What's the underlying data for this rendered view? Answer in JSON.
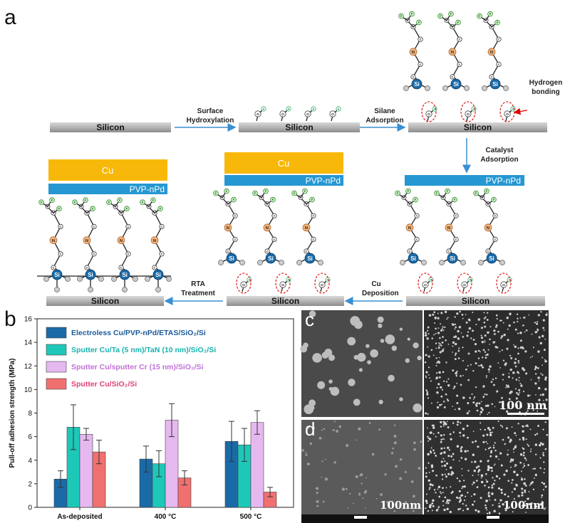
{
  "panels": {
    "a": "a",
    "b": "b",
    "c": "c",
    "d": "d"
  },
  "schematic": {
    "silicon_label": "Silicon",
    "cu_label": "Cu",
    "pvp_label": "PVP-nPd",
    "steps": {
      "hydroxylation": "Surface\nHydroxylation",
      "silane": "Silane\nAdsorption",
      "catalyst": "Catalyst\nAdsorption",
      "cu_dep": "Cu\nDeposition",
      "rta": "RTA\nTreatment",
      "hbond": "Hydrogen\nbonding"
    },
    "atoms": {
      "o": "O",
      "h": "H",
      "si": "Si",
      "c": "C",
      "f": "F",
      "n": "N"
    }
  },
  "chart_data": {
    "type": "bar",
    "ylabel": "Pull-off adhesion strength (MPa)",
    "ylim": [
      0,
      16
    ],
    "yticks": [
      0,
      2,
      4,
      6,
      8,
      10,
      12,
      14,
      16
    ],
    "categories": [
      "As-deposited",
      "400 °C",
      "500 °C"
    ],
    "series": [
      {
        "name": "Electroless Cu/PVP-nPd/ETAS/SiO₂/Si",
        "color": "#1a6aa8",
        "text_color": "#1a5a9a",
        "values": [
          2.4,
          4.1,
          5.6
        ],
        "errors": [
          0.7,
          1.1,
          1.7
        ]
      },
      {
        "name": "Sputter Cu/Ta (5 nm)/TaN (10 nm)/SiO₂/Si",
        "color": "#1ec8b8",
        "text_color": "#17b3b0",
        "values": [
          6.8,
          3.7,
          5.3
        ],
        "errors": [
          1.9,
          1.1,
          1.4
        ]
      },
      {
        "name": "Sputter Cu/sputter Cr (15 nm)/SiO₂/Si",
        "color": "#e6b8f0",
        "text_color": "#c070d8",
        "values": [
          6.2,
          7.4,
          7.2
        ],
        "errors": [
          0.5,
          1.4,
          1.0
        ]
      },
      {
        "name": "Sputter Cu/SiO₂/Si",
        "color": "#f07070",
        "text_color": "#e0407a",
        "values": [
          4.7,
          2.5,
          1.3
        ],
        "errors": [
          1.0,
          0.6,
          0.4
        ]
      }
    ]
  },
  "sem": {
    "c_scale": "100 nm",
    "d_scale_left": "100nm",
    "d_scale_right": "100nm"
  }
}
